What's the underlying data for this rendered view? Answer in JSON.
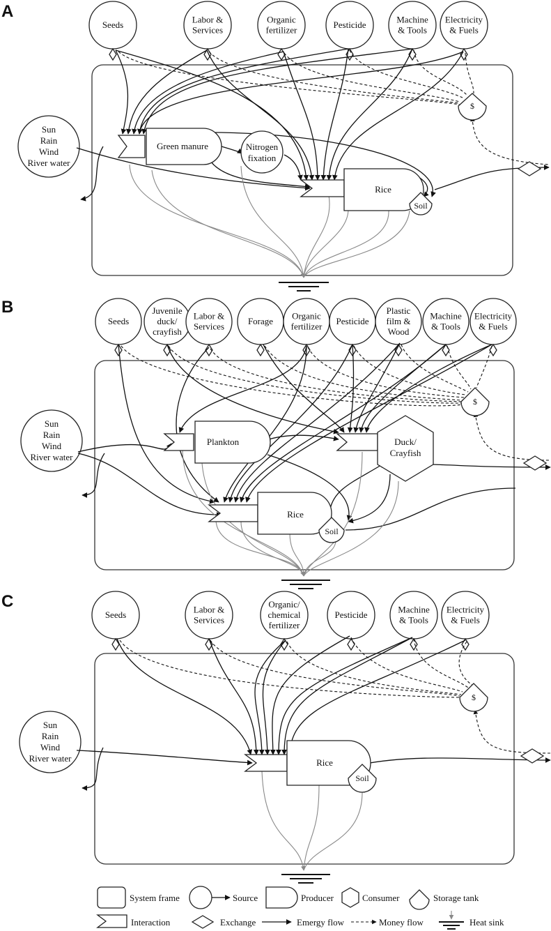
{
  "panels": {
    "a": {
      "letter": "A",
      "sources": [
        "Seeds",
        [
          "Labor &",
          "Services"
        ],
        [
          "Organic",
          "fertilizer"
        ],
        "Pesticide",
        [
          "Machine",
          "& Tools"
        ],
        [
          "Electricity",
          "& Fuels"
        ]
      ],
      "external": [
        "Sun",
        "Rain",
        "Wind",
        "River water"
      ],
      "green_manure": "Green manure",
      "nitrogen": [
        "Nitrogen",
        "fixation"
      ],
      "rice": "Rice",
      "soil": "Soil",
      "money": "$"
    },
    "b": {
      "letter": "B",
      "sources": [
        "Seeds",
        [
          "Juvenile",
          "duck/",
          "crayfish"
        ],
        [
          "Labor &",
          "Services"
        ],
        "Forage",
        [
          "Organic",
          "fertilizer"
        ],
        "Pesticide",
        [
          "Plastic",
          "film &",
          "Wood"
        ],
        [
          "Machine",
          "& Tools"
        ],
        [
          "Electricity",
          "& Fuels"
        ]
      ],
      "external": [
        "Sun",
        "Rain",
        "Wind",
        "River water"
      ],
      "plankton": "Plankton",
      "duck": [
        "Duck/",
        "Crayfish"
      ],
      "rice": "Rice",
      "soil": "Soil",
      "money": "$"
    },
    "c": {
      "letter": "C",
      "sources": [
        "Seeds",
        [
          "Labor &",
          "Services"
        ],
        [
          "Organic/",
          "chemical",
          "fertilizer"
        ],
        "Pesticide",
        [
          "Machine",
          "& Tools"
        ],
        [
          "Electricity",
          "& Fuels"
        ]
      ],
      "external": [
        "Sun",
        "Rain",
        "Wind",
        "River water"
      ],
      "rice": "Rice",
      "soil": "Soil",
      "money": "$"
    }
  },
  "legend": {
    "system_frame": "System frame",
    "source": "Source",
    "producer": "Producer",
    "consumer": "Consumer",
    "storage_tank": "Storage tank",
    "interaction": "Interaction",
    "exchange": "Exchange",
    "emergy_flow": "Emergy flow",
    "money_flow": "Money flow",
    "heat_sink": "Heat sink"
  }
}
